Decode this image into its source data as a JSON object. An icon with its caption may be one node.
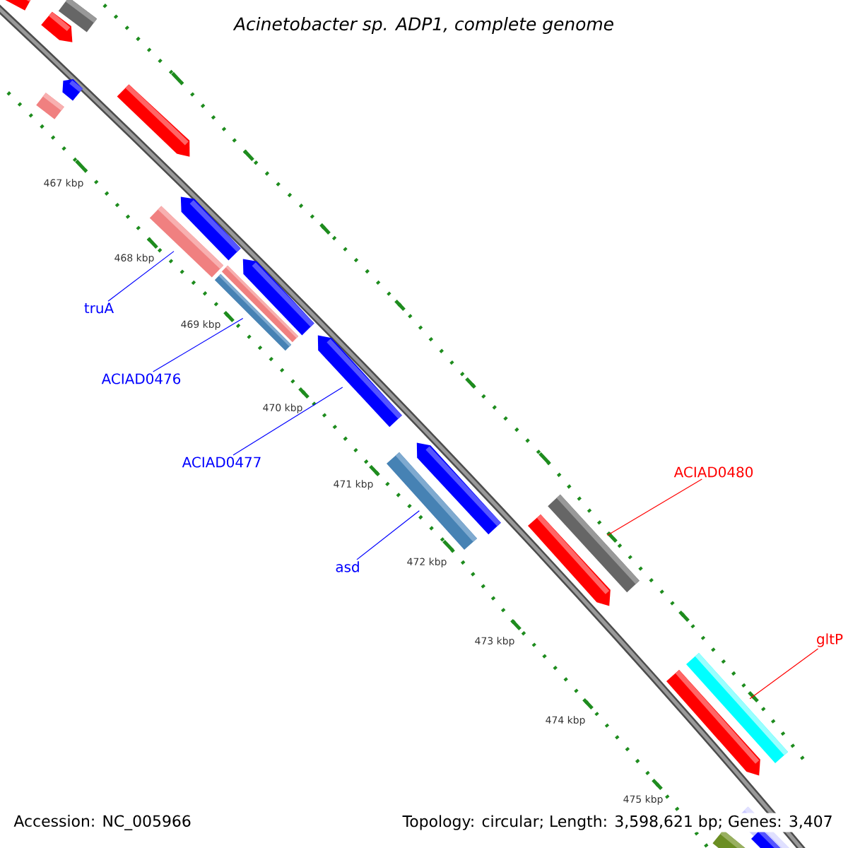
{
  "diagram": {
    "title": "Acinetobacter sp. ADP1, complete genome",
    "nodes": [
      {
        "text": [
          "truA"
        ]
      },
      {
        "text": [],
        "shape": "bar"
      },
      {
        "text": [
          "ACIAD0476"
        ]
      },
      {
        "text": [],
        "shape": "bar"
      },
      {
        "text": [
          "ACIAD0477"
        ]
      },
      {
        "text": [],
        "shape": "bar"
      },
      {
        "text": [
          "asd"
        ]
      },
      {
        "text": [],
        "shape": "bar"
      },
      {
        "text": [
          "ACIAD0480"
        ]
      },
      {
        "text": [],
        "shape": "bar"
      },
      {
        "text": [
          "gltP"
        ]
      },
      {
        "text": [],
        "shape": "bar"
      }
    ],
    "edges": [
      {
        "from": 0,
        "to": 1,
        "arrow": "none"
      },
      {
        "from": 2,
        "to": 3,
        "arrow": "none"
      },
      {
        "from": 4,
        "to": 5,
        "arrow": "none"
      },
      {
        "from": 6,
        "to": 7,
        "arrow": "none"
      },
      {
        "from": 8,
        "to": 9,
        "arrow": "none",
        "color": "#ff0000"
      },
      {
        "from": 10,
        "to": 11,
        "arrow": "none",
        "color": "#ff0000"
      }
    ],
    "labels": [
      "467 kbp",
      "468 kbp",
      "469 kbp",
      "470 kbp",
      "471 kbp",
      "472 kbp",
      "473 kbp",
      "474 kbp",
      "475 kbp",
      "Accession: NC_005966",
      "Topology: circular; Length: 3,598,621 bp; Genes: 3,407"
    ]
  }
}
